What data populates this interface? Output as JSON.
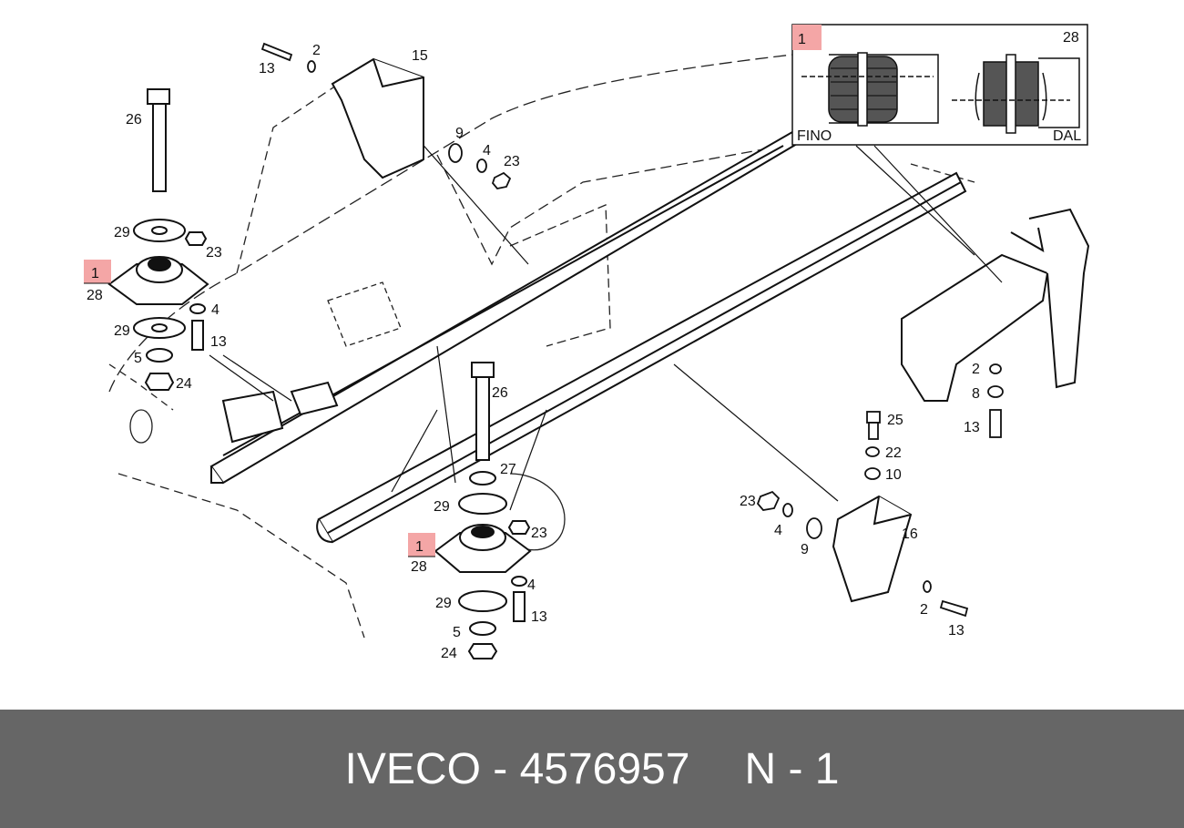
{
  "footer": {
    "brand_part": "IVECO - 4576957",
    "page_ref": "N - 1"
  },
  "inset": {
    "callout": "1",
    "qty": "28",
    "variant_left": "FINO",
    "variant_right": "DAL"
  },
  "callouts": {
    "c13a": "13",
    "c2a": "2",
    "c15": "15",
    "c26a": "26",
    "c9a": "9",
    "c4a": "4",
    "c23a": "23",
    "c29a": "29",
    "c23b": "23",
    "c1a": "1",
    "c28a": "28",
    "c4b": "4",
    "c29b": "29",
    "c13b": "13",
    "c5a": "5",
    "c24a": "24",
    "c26b": "26",
    "c27": "27",
    "c29c": "29",
    "c23c": "23",
    "c1b": "1",
    "c28b": "28",
    "c4c": "4",
    "c29d": "29",
    "c13c": "13",
    "c5b": "5",
    "c24b": "24",
    "c2b": "2",
    "c8": "8",
    "c13d": "13",
    "c25": "25",
    "c22": "22",
    "c10": "10",
    "c23d": "23",
    "c4d": "4",
    "c9b": "9",
    "c16": "16",
    "c2c": "2",
    "c13e": "13"
  },
  "colors": {
    "highlight": "#f4a6a6",
    "footer_bg": "#666666",
    "line": "#111111"
  }
}
